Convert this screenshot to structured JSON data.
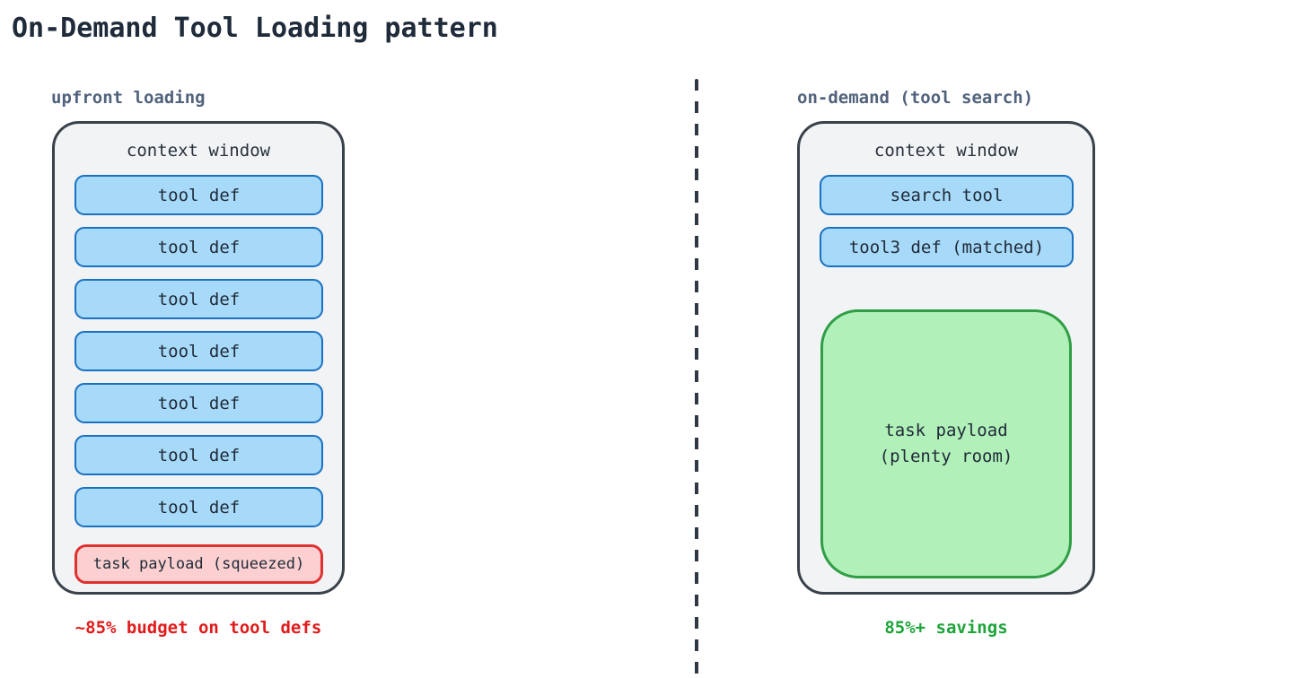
{
  "title": "On-Demand Tool Loading pattern",
  "left_panel": {
    "header": "upfront loading",
    "window_label": "context window",
    "tool_slots": [
      "tool def",
      "tool def",
      "tool def",
      "tool def",
      "tool def",
      "tool def",
      "tool def"
    ],
    "payload_label": "task payload (squeezed)",
    "caption": "~85% budget on tool defs"
  },
  "right_panel": {
    "header": "on-demand (tool search)",
    "window_label": "context window",
    "tool_slots": [
      "search tool",
      "tool3 def (matched)"
    ],
    "payload_label_line1": "task payload",
    "payload_label_line2": "(plenty room)",
    "caption": "85%+ savings"
  },
  "colors": {
    "title_text": "#1f2b3a",
    "panel_header_text": "#51627c",
    "container_fill": "#f1f3f5",
    "container_border": "#39414b",
    "tool_slot_fill": "#a7d9f8",
    "tool_slot_border": "#1971c2",
    "squeezed_payload_fill": "#fcd0d0",
    "squeezed_payload_border": "#e03131",
    "roomy_payload_fill": "#b2f0ba",
    "roomy_payload_border": "#2f9e44",
    "left_caption_text": "#e01b1b",
    "right_caption_text": "#1ea43a",
    "divider": "#303843"
  }
}
